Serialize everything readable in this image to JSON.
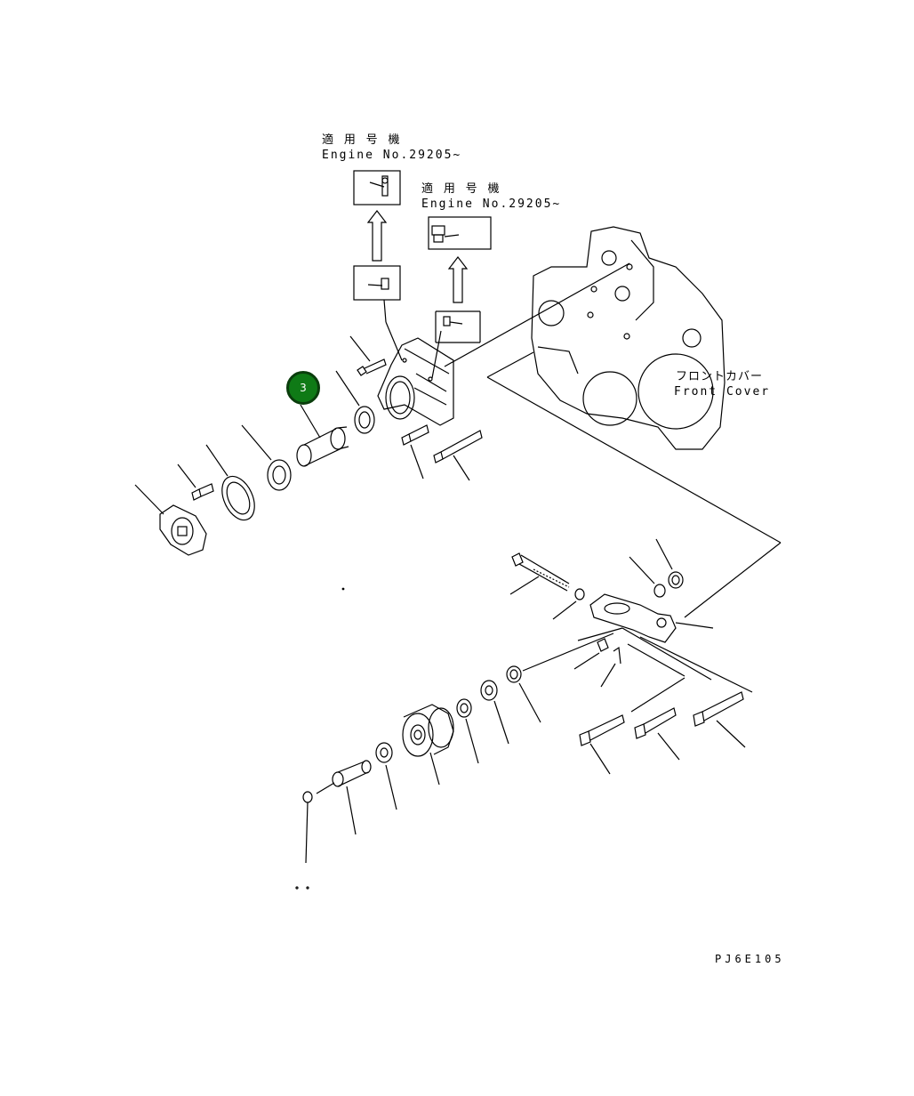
{
  "notes": [
    {
      "line1": "適 用 号 機",
      "line2": "Engine No.29205~"
    },
    {
      "line1": "適 用 号 機",
      "line2": "Engine No.29205~"
    }
  ],
  "front_cover": {
    "jp": "フロントカバー",
    "en": "Front Cover"
  },
  "callout": {
    "number": "3",
    "color": "#0f7a16"
  },
  "drawing_code": "PJ6E105"
}
